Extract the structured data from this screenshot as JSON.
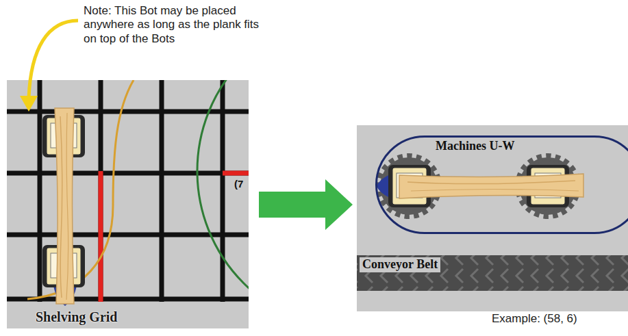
{
  "diagram": {
    "nodes": [
      {
        "text": [
          "Shelving Grid"
        ]
      },
      {
        "text": [
          "Machines U-W"
        ]
      },
      {
        "text": [
          "Conveyor Belt"
        ]
      }
    ],
    "edges": [
      {
        "from": 0,
        "to": 1,
        "arrow": "to"
      }
    ],
    "labels": [
      "Note: This Bot may be placed anywhere as long as the plank fits on top of the Bots",
      "(7",
      "Example: (58, 6)"
    ]
  }
}
